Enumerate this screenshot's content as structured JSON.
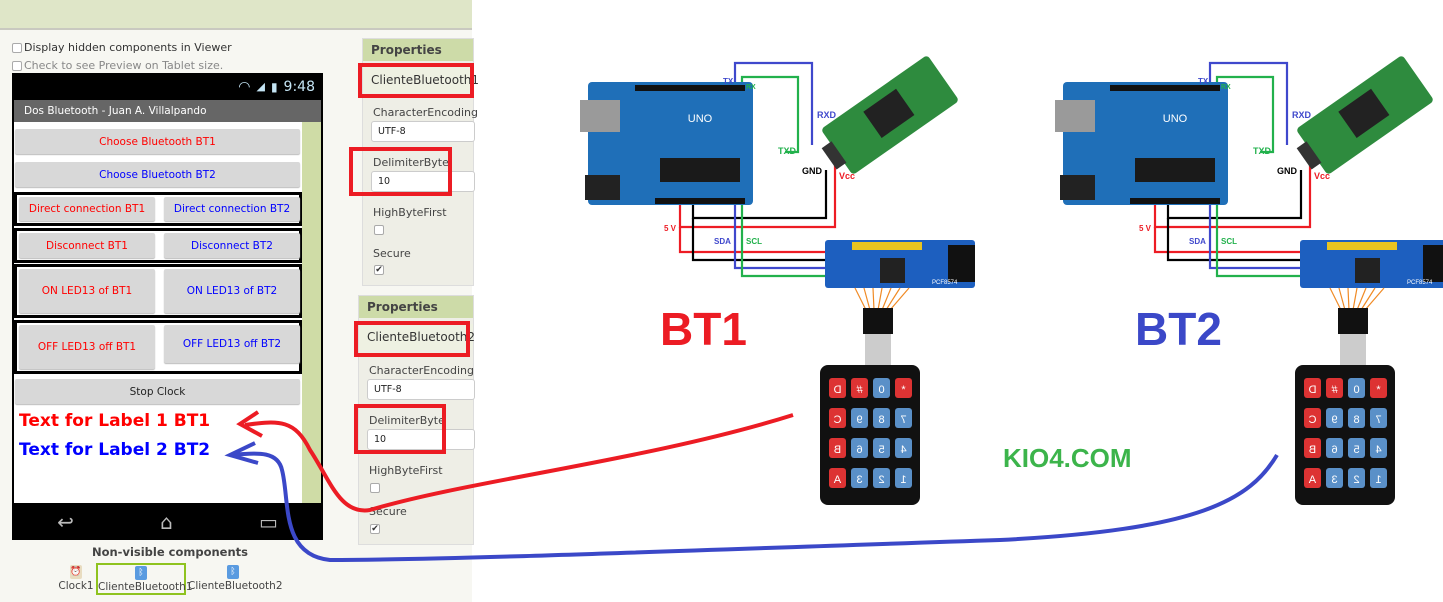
{
  "viewer": {
    "display_hidden_label": "Display hidden components in Viewer",
    "tablet_preview_label": "Check to see Preview on Tablet size.",
    "display_hidden_checked": false,
    "tablet_preview_checked": false
  },
  "phone": {
    "time": "9:48",
    "app_title": "Dos Bluetooth - Juan A. Villalpando",
    "buttons": {
      "choose_bt1": "Choose Bluetooth BT1",
      "choose_bt2": "Choose Bluetooth BT2",
      "direct_bt1": "Direct connection BT1",
      "direct_bt2": "Direct connection BT2",
      "disconnect_bt1": "Disconnect BT1",
      "disconnect_bt2": "Disconnect BT2",
      "on_bt1": "ON LED13 of BT1",
      "on_bt2": "ON LED13 of BT2",
      "off_bt1": "OFF LED13 off BT1",
      "off_bt2": "OFF LED13 off BT2",
      "stop_clock": "Stop Clock"
    },
    "label1": "Text for Label 1 BT1",
    "label2": "Text for Label 2 BT2"
  },
  "nonvisible": {
    "title": "Non-visible components",
    "items": [
      {
        "label": "Clock1",
        "icon": "clock-icon"
      },
      {
        "label": "ClienteBluetooth1",
        "icon": "bluetooth-icon",
        "selected": true
      },
      {
        "label": "ClienteBluetooth2",
        "icon": "bluetooth-icon"
      }
    ]
  },
  "properties": [
    {
      "header": "Properties",
      "component": "ClienteBluetooth1",
      "char_enc_label": "CharacterEncoding",
      "char_enc_value": "UTF-8",
      "delim_label": "DelimiterByte",
      "delim_value": "10",
      "highbyte_label": "HighByteFirst",
      "highbyte_checked": false,
      "secure_label": "Secure",
      "secure_checked": true
    },
    {
      "header": "Properties",
      "component": "ClienteBluetooth2",
      "char_enc_label": "CharacterEncoding",
      "char_enc_value": "UTF-8",
      "delim_label": "DelimiterByte",
      "delim_value": "10",
      "highbyte_label": "HighByteFirst",
      "highbyte_checked": false,
      "secure_label": "Secure",
      "secure_checked": true
    }
  ],
  "diagram": {
    "wire_labels": {
      "tx": "TX",
      "rx": "RX",
      "rxd": "RXD",
      "txd": "TXD",
      "gnd": "GND",
      "vcc": "Vcc",
      "v5": "5 V",
      "sda": "SDA",
      "scl": "SCL"
    },
    "board_labels": {
      "arduino": "UNO",
      "pcf": "PCF8574"
    },
    "keypad_keys": [
      [
        "D",
        "#",
        "0",
        "*"
      ],
      [
        "C",
        "9",
        "8",
        "7"
      ],
      [
        "B",
        "6",
        "5",
        "4"
      ],
      [
        "A",
        "3",
        "2",
        "1"
      ]
    ],
    "titles": [
      "BT1",
      "BT2"
    ],
    "watermark": "KIO4.COM",
    "colors": {
      "bt1": "#ec1c24",
      "bt2": "#3b48c8",
      "watermark": "#3cb44b",
      "wire_tx": "#3f48cc",
      "wire_rx": "#22b14c",
      "wire_5v": "#ed1c24",
      "wire_gnd": "#000000",
      "arduino": "#1f6fb8",
      "bt_module": "#2e8b3e",
      "pcf": "#1d5fbf"
    }
  }
}
